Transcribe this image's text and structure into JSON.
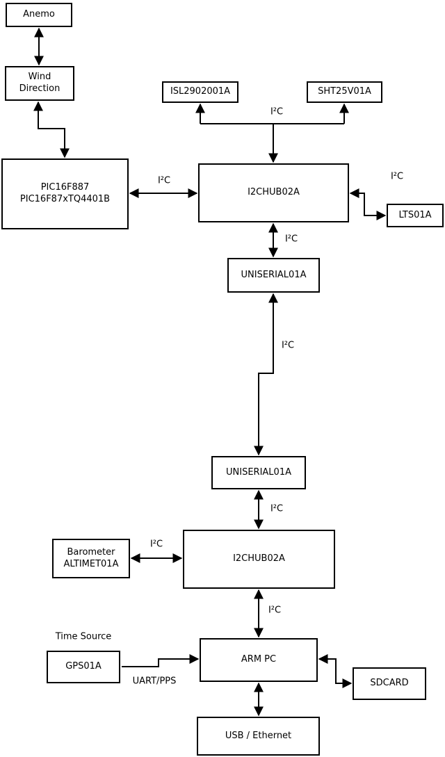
{
  "nodes": {
    "anemo": {
      "label": "Anemo"
    },
    "wind_direction": {
      "label": "Wind\nDirection"
    },
    "pic": {
      "label": "PIC16F887\nPIC16F87xTQ4401B"
    },
    "isl2902001a": {
      "label": "ISL2902001A"
    },
    "sht25v01a": {
      "label": "SHT25V01A"
    },
    "i2chub_1": {
      "label": "I2CHUB02A"
    },
    "lts01a": {
      "label": "LTS01A"
    },
    "uniserial_1": {
      "label": "UNISERIAL01A"
    },
    "uniserial_2": {
      "label": "UNISERIAL01A"
    },
    "barometer": {
      "label": "Barometer\nALTIMET01A"
    },
    "i2chub_2": {
      "label": "I2CHUB02A"
    },
    "gps01a": {
      "label": "GPS01A"
    },
    "arm_pc": {
      "label": "ARM PC"
    },
    "sdcard": {
      "label": "SDCARD"
    },
    "usb_ethernet": {
      "label": "USB / Ethernet"
    }
  },
  "edge_labels": {
    "i2c_isl_sht": "I²C",
    "i2c_pic_hub1": "I²C",
    "i2c_hub1_lts": "I²C",
    "i2c_hub1_uniserial1": "I²C",
    "i2c_uniserial1_uniserial2": "I²C",
    "i2c_uniserial2_hub2": "I²C",
    "i2c_barometer_hub2": "I²C",
    "i2c_hub2_armpc": "I²C",
    "time_source": "Time Source",
    "uart_pps": "UART/PPS"
  },
  "colors": {
    "background": "#ffffff",
    "line": "#000000",
    "box_fill": "#ffffff",
    "box_border": "#000000",
    "text": "#000000"
  }
}
